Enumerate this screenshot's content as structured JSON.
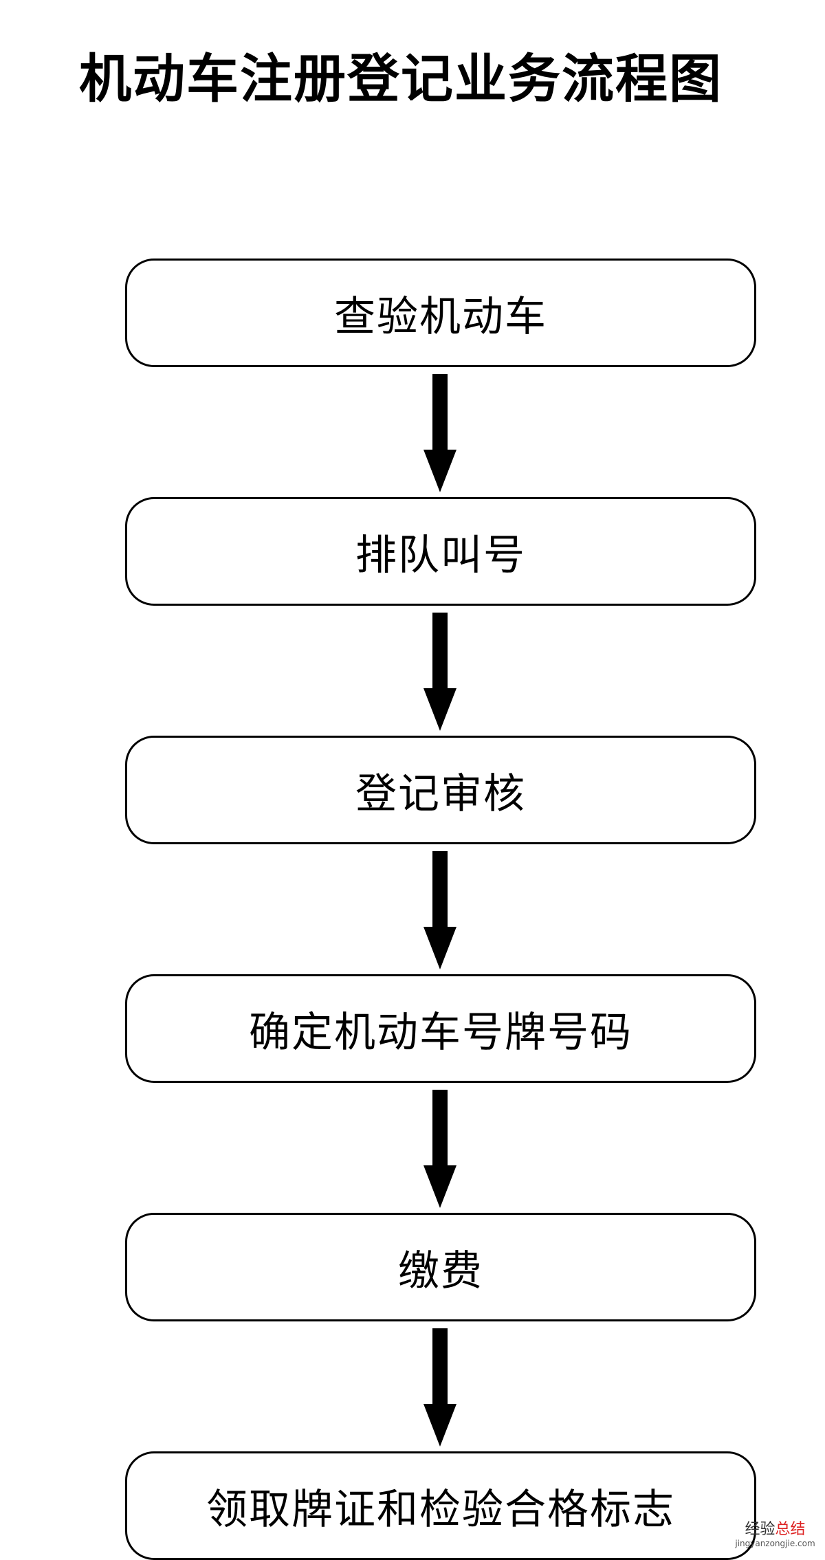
{
  "diagram": {
    "title": "机动车注册登记业务流程图",
    "steps": [
      {
        "label": "查验机动车"
      },
      {
        "label": "排队叫号"
      },
      {
        "label": "登记审核"
      },
      {
        "label": "确定机动车号牌号码"
      },
      {
        "label": "缴费"
      },
      {
        "label": "领取牌证和检验合格标志"
      }
    ]
  },
  "watermark": {
    "text_part1": "经验",
    "text_part2": "总结",
    "domain": "jingyanzongjie.com"
  }
}
